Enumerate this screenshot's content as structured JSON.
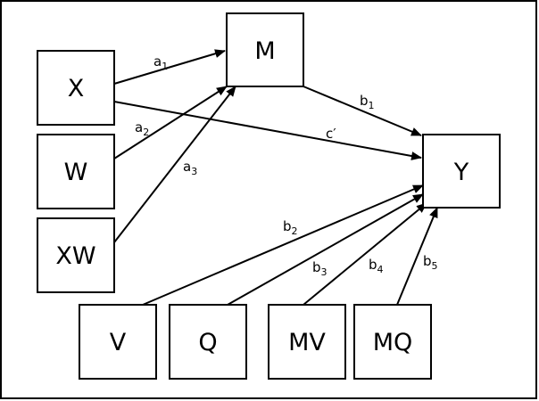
{
  "diagram": {
    "nodes": {
      "X": {
        "label": "X"
      },
      "W": {
        "label": "W"
      },
      "XW": {
        "label": "XW"
      },
      "M": {
        "label": "M"
      },
      "Y": {
        "label": "Y"
      },
      "V": {
        "label": "V"
      },
      "Q": {
        "label": "Q"
      },
      "MV": {
        "label": "MV"
      },
      "MQ": {
        "label": "MQ"
      }
    },
    "paths": {
      "a1": {
        "from": "X",
        "to": "M",
        "label": "a",
        "sub": "1"
      },
      "a2": {
        "from": "W",
        "to": "M",
        "label": "a",
        "sub": "2"
      },
      "a3": {
        "from": "XW",
        "to": "M",
        "label": "a",
        "sub": "3"
      },
      "b1": {
        "from": "M",
        "to": "Y",
        "label": "b",
        "sub": "1"
      },
      "cprime": {
        "from": "X",
        "to": "Y",
        "label": "c′",
        "sub": ""
      },
      "b2": {
        "from": "V",
        "to": "Y",
        "label": "b",
        "sub": "2"
      },
      "b3": {
        "from": "Q",
        "to": "Y",
        "label": "b",
        "sub": "3"
      },
      "b4": {
        "from": "MV",
        "to": "Y",
        "label": "b",
        "sub": "4"
      },
      "b5": {
        "from": "MQ",
        "to": "Y",
        "label": "b",
        "sub": "5"
      }
    }
  }
}
